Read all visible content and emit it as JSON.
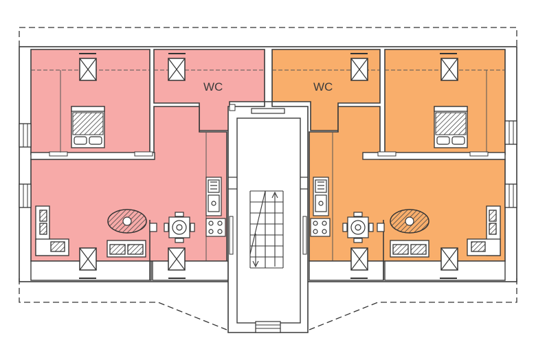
{
  "floorplan": {
    "colors": {
      "unit_left": "#f7aaa8",
      "unit_right": "#f9ae6b",
      "wall": "#3a3a3a",
      "dashed_outline": "#333333",
      "paper": "#ffffff"
    },
    "units": [
      {
        "id": "left",
        "wc_label": "WC",
        "rooms": [
          "bedroom",
          "wc",
          "living-room",
          "kitchen"
        ],
        "furniture_icons": [
          "bed-icon",
          "sofa-icon",
          "armchair-sofa-icon",
          "oval-table-icon",
          "dining-table-icon",
          "stove-icon",
          "sink-icon"
        ]
      },
      {
        "id": "right",
        "wc_label": "WC",
        "rooms": [
          "bedroom",
          "wc",
          "living-room",
          "kitchen"
        ],
        "furniture_icons": [
          "bed-icon",
          "sofa-icon",
          "armchair-sofa-icon",
          "oval-table-icon",
          "dining-table-icon",
          "stove-icon",
          "sink-icon"
        ]
      }
    ],
    "core_icons": [
      "staircase-icon",
      "ventilation-shaft-icon",
      "window-icon"
    ]
  }
}
